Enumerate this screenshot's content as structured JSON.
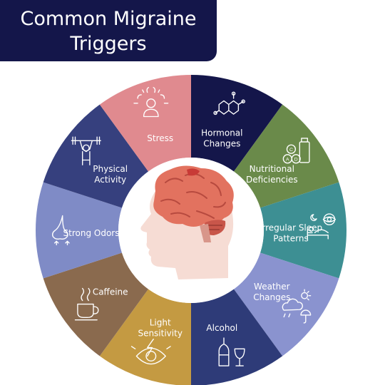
{
  "title": {
    "line1": "Common Migraine",
    "line2": "Triggers"
  },
  "segments": [
    {
      "lines": [
        "Hormonal",
        "Changes"
      ],
      "color": "#14164a",
      "icon": "hexagon-molecule-icon"
    },
    {
      "lines": [
        "Nutritional",
        "Deficiencies"
      ],
      "color": "#6a8a4a",
      "icon": "vitamin-bottle-icon"
    },
    {
      "lines": [
        "Irregular Sleep",
        "Patterns"
      ],
      "color": "#3d8f93",
      "icon": "bed-eye-icon"
    },
    {
      "lines": [
        "Weather",
        "Changes"
      ],
      "color": "#8a93cf",
      "icon": "weather-cloud-icon"
    },
    {
      "lines": [
        "Alcohol"
      ],
      "color": "#2e3b78",
      "icon": "wine-bottle-icon"
    },
    {
      "lines": [
        "Light",
        "Sensitivity"
      ],
      "color": "#c49a42",
      "icon": "eye-bolt-icon"
    },
    {
      "lines": [
        "Caffeine"
      ],
      "color": "#8a6a4e",
      "icon": "coffee-cup-icon"
    },
    {
      "lines": [
        "Strong Odors"
      ],
      "color": "#7f8bc6",
      "icon": "nose-icon"
    },
    {
      "lines": [
        "Physical",
        "Activity"
      ],
      "color": "#36407e",
      "icon": "weightlifter-icon"
    },
    {
      "lines": [
        "Stress"
      ],
      "color": "#e08a8f",
      "icon": "stressed-person-icon"
    }
  ]
}
